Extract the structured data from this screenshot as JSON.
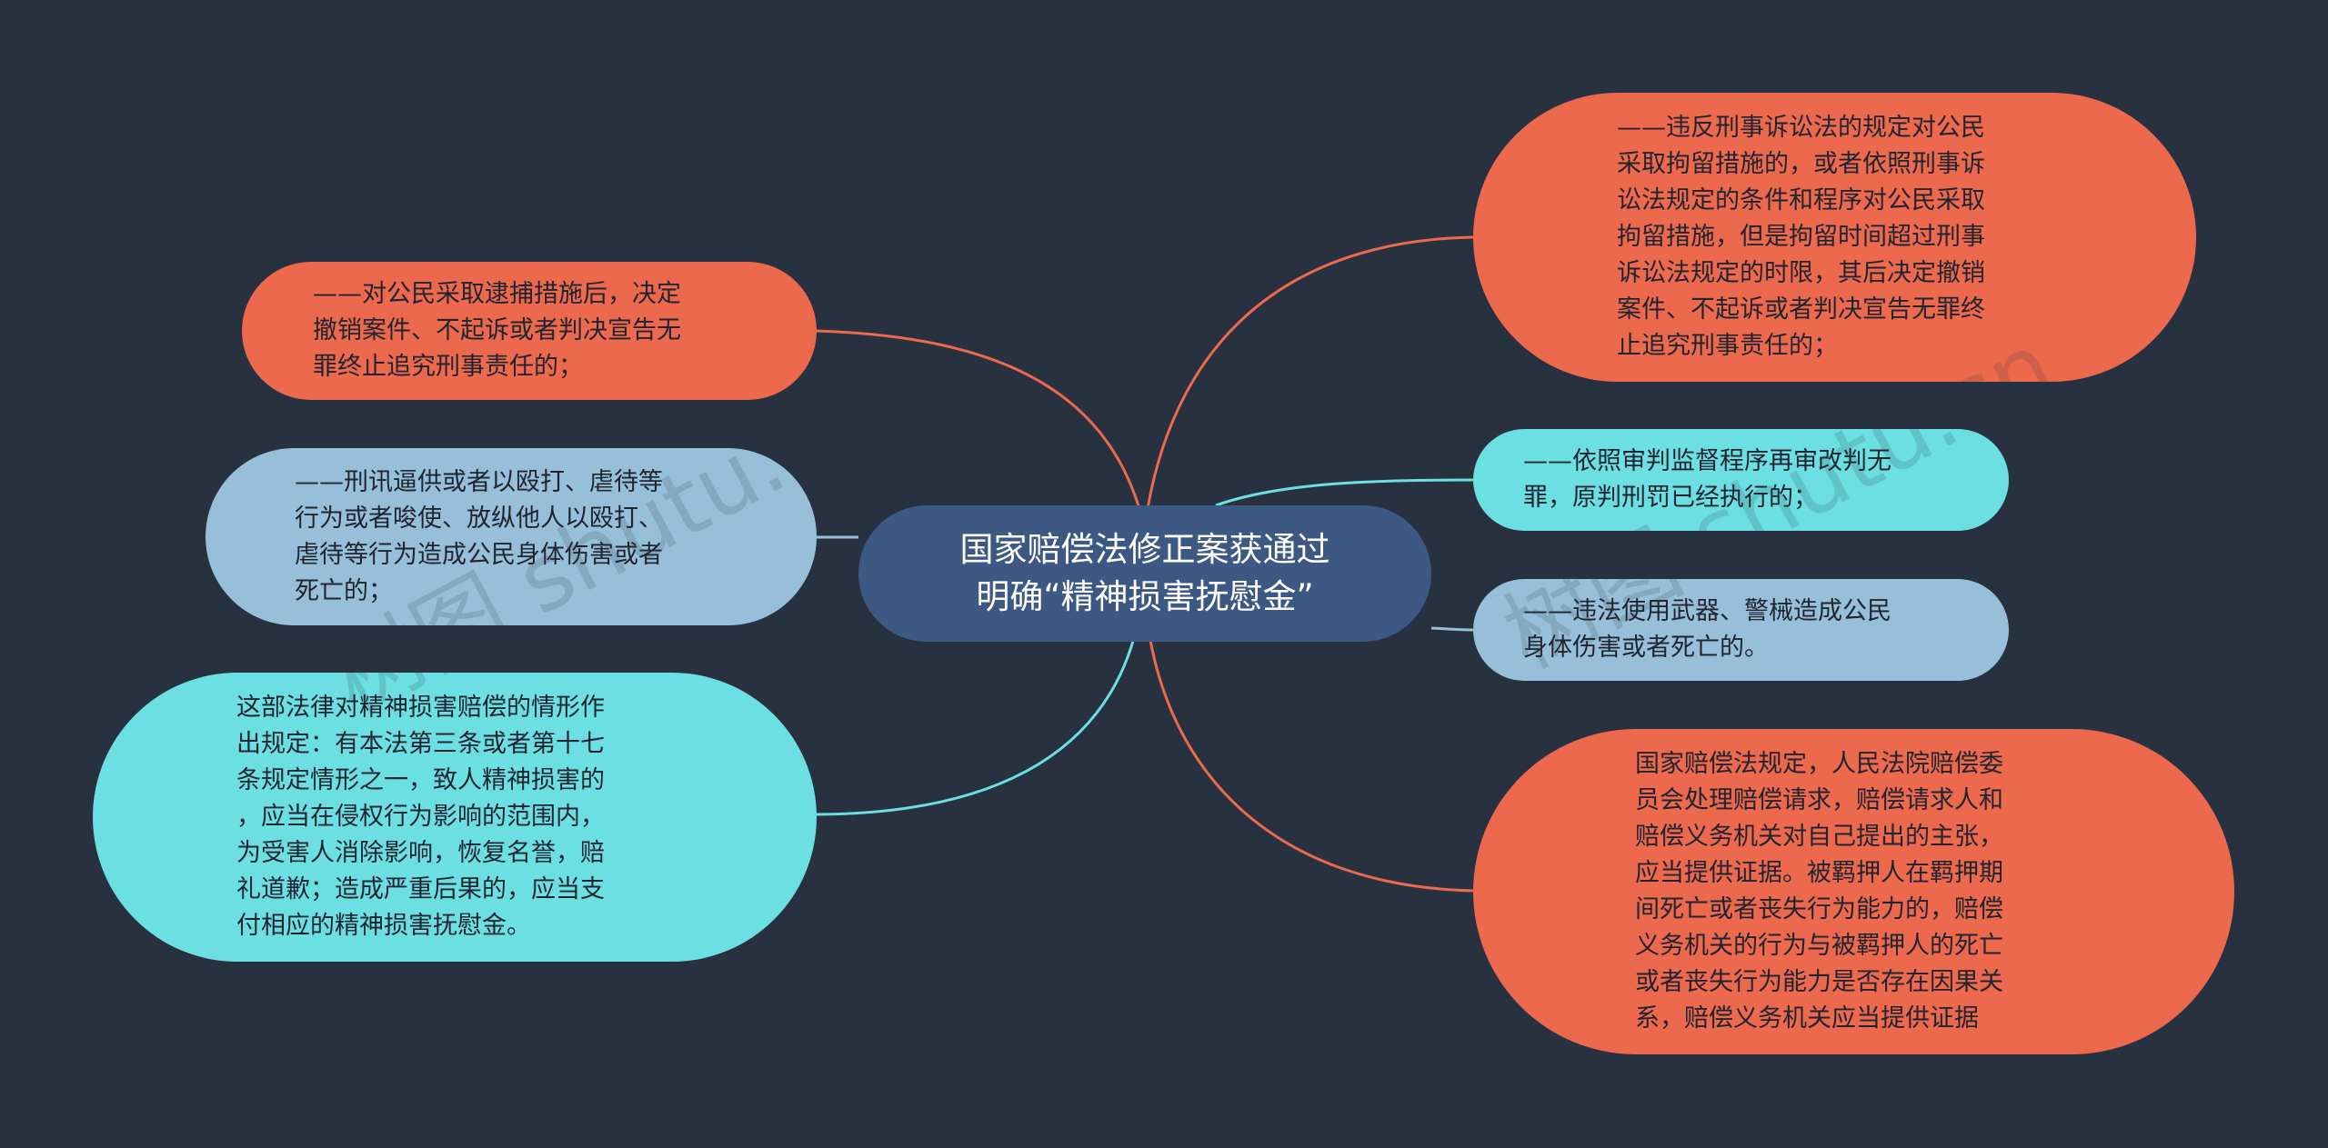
{
  "center": {
    "title": "国家赔偿法修正案获通过\n明确“精神损害抚慰金”"
  },
  "nodes": {
    "left_1": "——对公民采取逮捕措施后，决定\n撤销案件、不起诉或者判决宣告无\n罪终止追究刑事责任的；",
    "left_2": "——刑讯逼供或者以殴打、虐待等\n行为或者唆使、放纵他人以殴打、\n虐待等行为造成公民身体伤害或者\n死亡的；",
    "left_3": "这部法律对精神损害赔偿的情形作\n出规定：有本法第三条或者第十七\n条规定情形之一，致人精神损害的\n，应当在侵权行为影响的范围内，\n为受害人消除影响，恢复名誉，赔\n礼道歉；造成严重后果的，应当支\n付相应的精神损害抚慰金。",
    "right_1": "——违反刑事诉讼法的规定对公民\n采取拘留措施的，或者依照刑事诉\n讼法规定的条件和程序对公民采取\n拘留措施，但是拘留时间超过刑事\n诉讼法规定的时限，其后决定撤销\n案件、不起诉或者判决宣告无罪终\n止追究刑事责任的；",
    "right_2": "——依照审判监督程序再审改判无\n罪，原判刑罚已经执行的；",
    "right_3": "——违法使用武器、警械造成公民\n身体伤害或者死亡的。",
    "right_4": "国家赔偿法规定，人民法院赔偿委\n员会处理赔偿请求，赔偿请求人和\n赔偿义务机关对自己提出的主张，\n应当提供证据。被羁押人在羁押期\n间死亡或者丧失行为能力的，赔偿\n义务机关的行为与被羁押人的死亡\n或者丧失行为能力是否存在因果关\n系，赔偿义务机关应当提供证据"
  },
  "watermark": "树图 shutu.cn",
  "colors": {
    "background": "#283140",
    "center": "#3c5883",
    "orange": "#ec694d",
    "blue": "#97bfd9",
    "cyan": "#6cdfe3"
  }
}
